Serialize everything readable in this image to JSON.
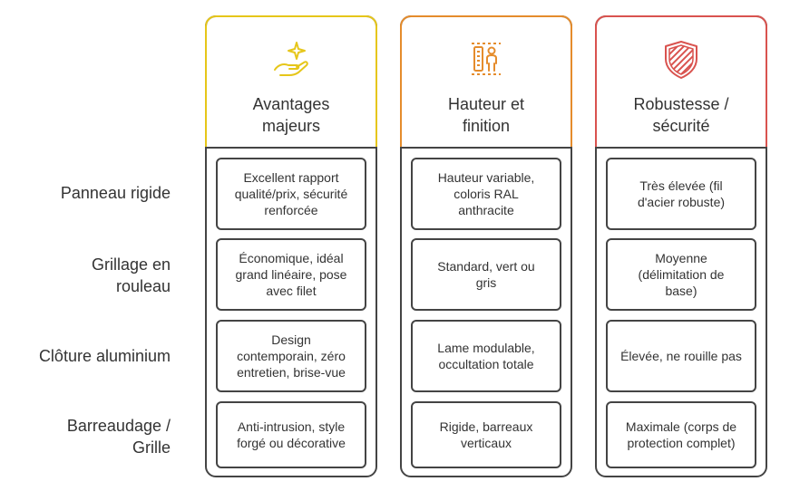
{
  "colors": {
    "outline": "#444444",
    "col1_accent": "#e6c619",
    "col2_accent": "#e58c2c",
    "col3_accent": "#d9534f"
  },
  "rows": [
    {
      "label_lines": [
        "Panneau rigide"
      ]
    },
    {
      "label_lines": [
        "Grillage en",
        "rouleau"
      ]
    },
    {
      "label_lines": [
        "Clôture aluminium"
      ]
    },
    {
      "label_lines": [
        "Barreaudage /",
        "Grille"
      ]
    }
  ],
  "columns": [
    {
      "icon": "sparkle-hand-icon",
      "title_lines": [
        "Avantages",
        "majeurs"
      ],
      "cells": [
        [
          "Excellent rapport",
          "qualité/prix, sécurité",
          "renforcée"
        ],
        [
          "Économique, idéal",
          "grand linéaire, pose",
          "avec filet"
        ],
        [
          "Design",
          "contemporain, zéro",
          "entretien, brise-vue"
        ],
        [
          "Anti-intrusion, style",
          "forgé ou décorative"
        ]
      ]
    },
    {
      "icon": "height-ruler-person-icon",
      "title_lines": [
        "Hauteur et",
        "finition"
      ],
      "cells": [
        [
          "Hauteur variable,",
          "coloris RAL",
          "anthracite"
        ],
        [
          "Standard, vert ou",
          "gris"
        ],
        [
          "Lame modulable,",
          "occultation totale"
        ],
        [
          "Rigide, barreaux",
          "verticaux"
        ]
      ]
    },
    {
      "icon": "striped-shield-icon",
      "title_lines": [
        "Robustesse /",
        "sécurité"
      ],
      "cells": [
        [
          "Très élevée (fil",
          "d'acier robuste)"
        ],
        [
          "Moyenne",
          "(délimitation de",
          "base)"
        ],
        [
          "Élevée, ne rouille pas"
        ],
        [
          "Maximale (corps de",
          "protection complet)"
        ]
      ]
    }
  ]
}
